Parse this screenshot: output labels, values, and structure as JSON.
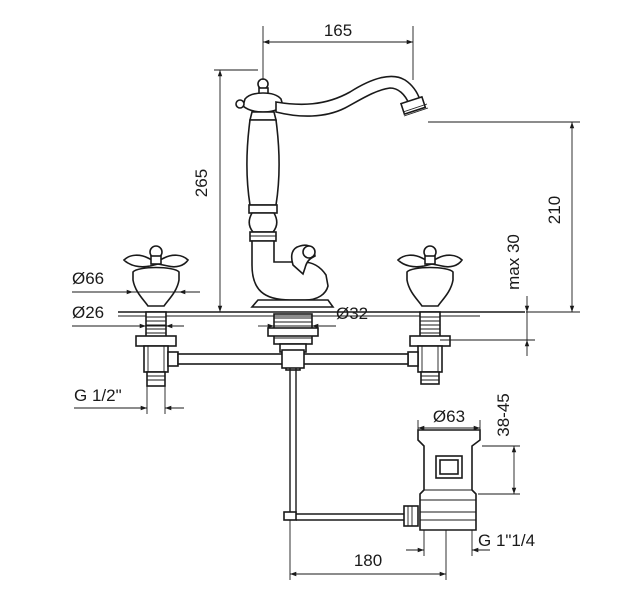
{
  "dimensions": {
    "spout_reach": "165",
    "total_height": "265",
    "spout_height": "210",
    "deck_thickness": "max 30",
    "handle_diameter": "Ø66",
    "shank_diameter": "Ø26",
    "spout_base_diameter": "Ø32",
    "inlet_thread": "G 1/2\"",
    "drain_diameter": "Ø63",
    "drain_length": "38-45",
    "rod_length": "180",
    "drain_thread": "G 1\"1/4"
  },
  "colors": {
    "line": "#1a1a1a",
    "background": "#ffffff"
  }
}
